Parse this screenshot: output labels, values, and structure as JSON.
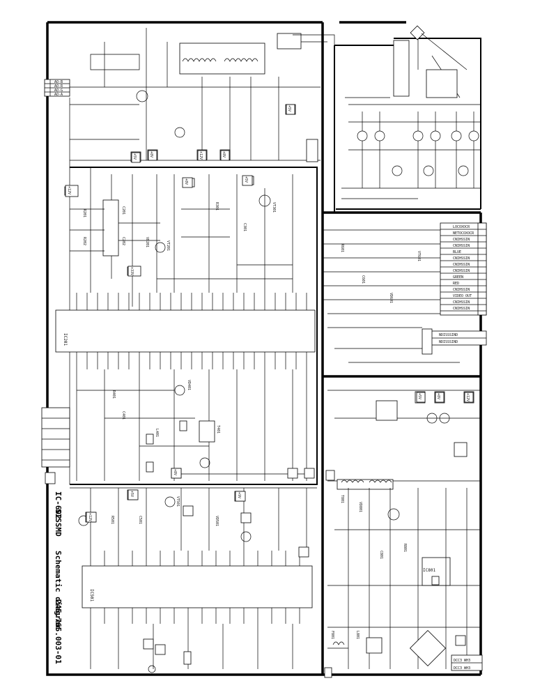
{
  "title": {
    "line1": "Schematic diagram",
    "line2": "SISSMD",
    "line3": "IC-602",
    "number": "245.765.003-01"
  },
  "ic_labels": {
    "ic201": "IC201",
    "ic501": "IC501",
    "ic_power": "IC801"
  },
  "right_connector_pins": [
    "LOCOXOCR",
    "NETOCOXOCR",
    "CNIHSSIN",
    "CNIHSSIN",
    "BLUE",
    "CNIHSSIN",
    "CNIHSSIN",
    "CNIHSSIN",
    "GREEN",
    "RED",
    "CNIHSSIN",
    "VIDEO OUT",
    "CNIHSSIN",
    "CNIHSSIN"
  ],
  "right_mid_connectors": [
    "NDISSSIND",
    "NDISSSIND"
  ],
  "left_io_labels": [
    "AO-B",
    "AO-R",
    "AO-G",
    "AO-A"
  ],
  "bottom_power_labels": [
    "DCC3 WH3",
    "DCC3 WH3"
  ],
  "supply_badges": [
    "+8V",
    "+5V",
    "+12V",
    "+33V",
    "+8V",
    "+5V",
    "+12V",
    "+9V",
    "+5V",
    "+8V",
    "+12V",
    "+5V",
    "+8V",
    "+5V",
    "+12V",
    "+8V"
  ],
  "component_refs": [
    "R201",
    "R202",
    "C201",
    "C202",
    "VD201",
    "VT201",
    "R301",
    "C301",
    "VT301",
    "R401",
    "C401",
    "VD401",
    "L401",
    "T401",
    "R501",
    "C501",
    "VT501",
    "VD501",
    "R601",
    "C601",
    "VD601",
    "VT601",
    "T801",
    "VD801",
    "C801",
    "R801",
    "L801",
    "F801"
  ]
}
